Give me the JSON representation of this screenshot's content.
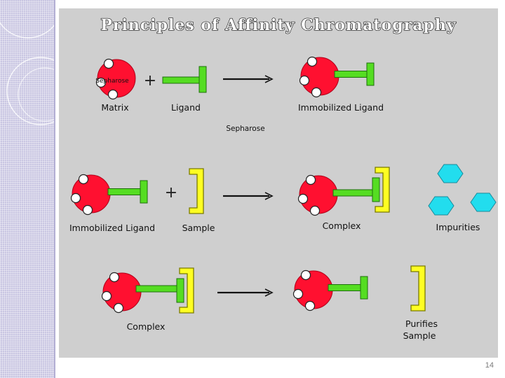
{
  "slide": {
    "title": "Principles of Affinity Chromatography",
    "page_number": "14"
  },
  "row1": {
    "bead_text": "Sepharose",
    "matrix_label": "Matrix",
    "ligand_label": "Ligand",
    "plus": "+",
    "product_label": "Immobilized Ligand",
    "sub_label": "Sepharose"
  },
  "row2": {
    "reactant_label": "Immobilized Ligand",
    "plus": "+",
    "sample_label": "Sample",
    "complex_label": "Complex",
    "impurities_label": "Impurities"
  },
  "row3": {
    "complex_label": "Complex",
    "purified_label_line1": "Purifies",
    "purified_label_line2": "Sample"
  },
  "colors": {
    "bead_red": "#ff1030",
    "ligand_green": "#55dd22",
    "sample_yellow": "#ffff22",
    "impurity_cyan": "#22ddee",
    "panel_gray": "#cfcfcf",
    "sidebar_lavender": "#c9c6e2"
  }
}
